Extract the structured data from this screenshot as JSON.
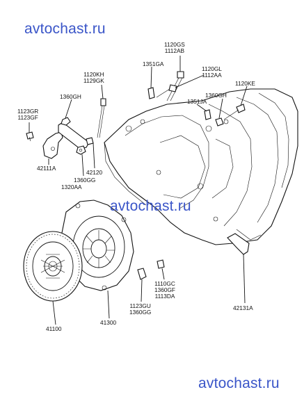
{
  "watermarks": [
    "avtochast.ru",
    "avtochast.ru",
    "avtochast.ru"
  ],
  "labels": {
    "p1120gs": [
      "1120GS",
      "1112AB"
    ],
    "p1351ga": [
      "1351GA"
    ],
    "p1120gl": [
      "1120GL",
      "1112AA"
    ],
    "p1120kh": [
      "1120KH",
      "1129GK"
    ],
    "p1120ke": [
      "1120KE"
    ],
    "p1360gh_a": [
      "1360GH"
    ],
    "p1360gh_b": [
      "1360GH"
    ],
    "p1351ja": [
      "1351JA"
    ],
    "p1123gr": [
      "1123GR",
      "1123GF"
    ],
    "p42111a": [
      "42111A"
    ],
    "p42120": [
      "42120"
    ],
    "p1360gg": [
      "1360GG"
    ],
    "p1320aa": [
      "1320AA"
    ],
    "p1110gc": [
      "1110GC",
      "1360GF",
      "1113DA"
    ],
    "p1123gu": [
      "1123GU",
      "1360GG"
    ],
    "p42131a": [
      "42131A"
    ],
    "p41100": [
      "41100"
    ],
    "p41300": [
      "41300"
    ]
  }
}
